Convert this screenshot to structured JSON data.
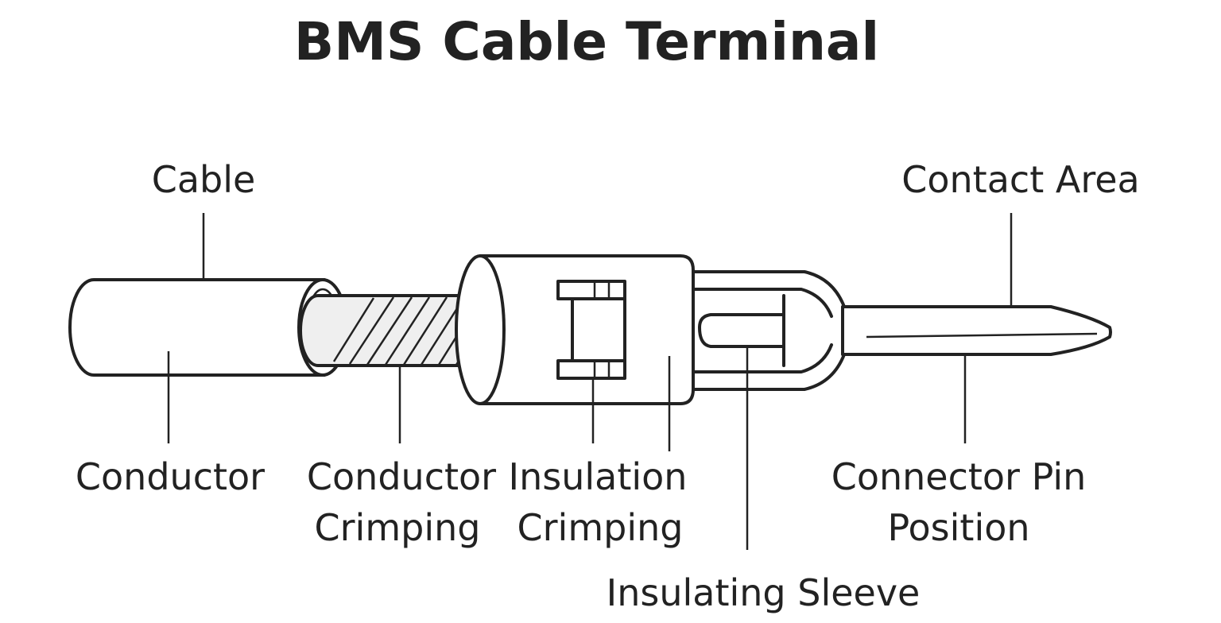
{
  "title": "BMS Cable Terminal",
  "labels": {
    "cable": "Cable",
    "conductor": "Conductor",
    "conductor_crimping_1": "Conductor",
    "conductor_crimping_2": "Crimping",
    "insulation_crimping_1": "Insulation",
    "insulation_crimping_2": "Crimping",
    "insulating_sleeve": "Insulating Sleeve",
    "connector_pin_1": "Connector Pin",
    "connector_pin_2": "Position",
    "contact_area": "Contact Area"
  }
}
